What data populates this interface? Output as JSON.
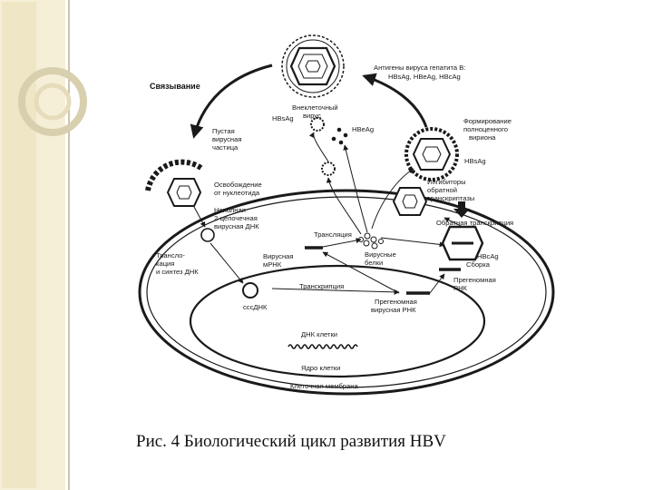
{
  "caption": "Рис. 4 Биологический цикл развития HBV",
  "labels": {
    "binding": "Связывание",
    "extracellular_virus": [
      "Внеклеточный",
      "вирус"
    ],
    "antigens": [
      "Антигены вируса гепатита В:",
      "HBsAg, HBeAg, HBcAg"
    ],
    "empty_particle": [
      "Пустая",
      "вирусная",
      "частица"
    ],
    "hbsag_top": "HBsAg",
    "hbeag": "HBeAg",
    "complete_virion": [
      "Формирование",
      "полноценного",
      "вириона"
    ],
    "hbsag_right": "HBsAg",
    "release": [
      "Освобождение",
      "от нуклеотида"
    ],
    "partial_dna": [
      "Неполная",
      "2-цепочечная",
      "вирусная ДНК"
    ],
    "inhibitors": [
      "Ингибиторы",
      "обратной",
      "транскриптазы"
    ],
    "reverse_transcription": "Обратная транскрипция",
    "translation": "Трансляция",
    "translocation": [
      "Трансло-",
      "кация",
      "и синтез ДНК"
    ],
    "viral_mrna": [
      "Вирусная",
      "мРНК"
    ],
    "viral_proteins": [
      "Вирусные",
      "белки"
    ],
    "hbcag": "HBcAg",
    "assembly": "Сборка",
    "pregenomic_rna_right": [
      "Прегеномная",
      "РНК"
    ],
    "transcription": "Транскрипция",
    "cccdna": "сссДНК",
    "pregenomic_rna_bottom": [
      "Прегеномная",
      "вирусная РНК"
    ],
    "cell_dna": "ДНК клетки",
    "cell_nucleus": "Ядро клетки",
    "cell_membrane": "Клеточная мембрана"
  },
  "colors": {
    "ink": "#1a1a1a",
    "frame_stripe": "#f3ecd2",
    "frame_line": "#c9bd96",
    "virus_fill": "#ffffff"
  }
}
